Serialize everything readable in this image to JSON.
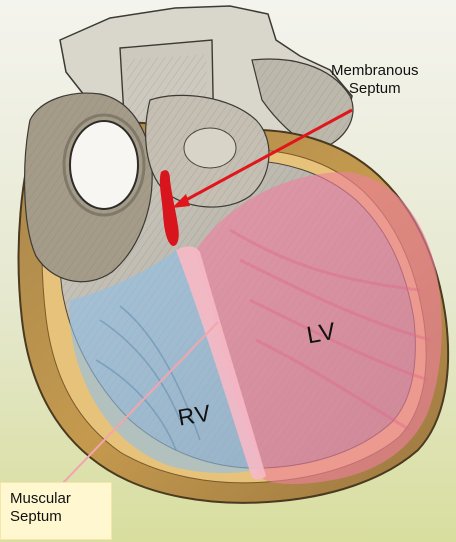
{
  "labels": {
    "membranous_line1": "Membranous",
    "membranous_line2": "Septum",
    "lv": "LV",
    "rv": "RV",
    "muscular_line1": "Muscular",
    "muscular_line2": "Septum"
  },
  "colors": {
    "background_gradient_top": "#eef0e4",
    "background_gradient_bottom": "#dfe4a6",
    "heart_wall_outer": "#b58a3f",
    "heart_wall_inner": "#e8c983",
    "heart_interior": "#c8c4b8",
    "lv_highlight": "#ef8aa6",
    "rv_highlight": "#9cc8ea",
    "membranous_marker": "#d8141c",
    "membranous_arrow": "#e0161c",
    "muscular_pointer": "#f1a6ad",
    "muscular_label_box": "#fff7cf"
  }
}
